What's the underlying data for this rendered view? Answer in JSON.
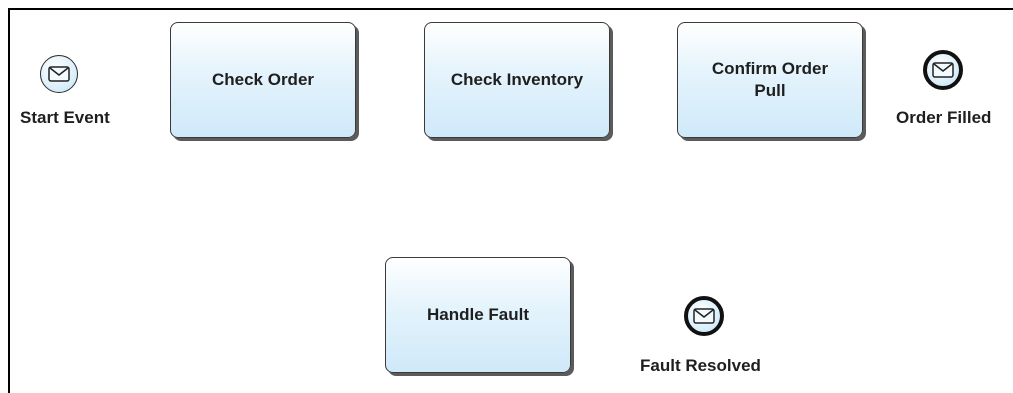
{
  "diagram": {
    "tasks": [
      {
        "id": "check-order",
        "label": "Check Order"
      },
      {
        "id": "check-inventory",
        "label": "Check Inventory"
      },
      {
        "id": "confirm-order-pull",
        "label": "Confirm Order\nPull"
      },
      {
        "id": "handle-fault",
        "label": "Handle Fault"
      }
    ],
    "events": [
      {
        "id": "start-event",
        "kind": "start-message",
        "label": "Start Event"
      },
      {
        "id": "order-filled",
        "kind": "end-message",
        "label": "Order Filled"
      },
      {
        "id": "fault-resolved",
        "kind": "end-message",
        "label": "Fault Resolved"
      }
    ]
  }
}
